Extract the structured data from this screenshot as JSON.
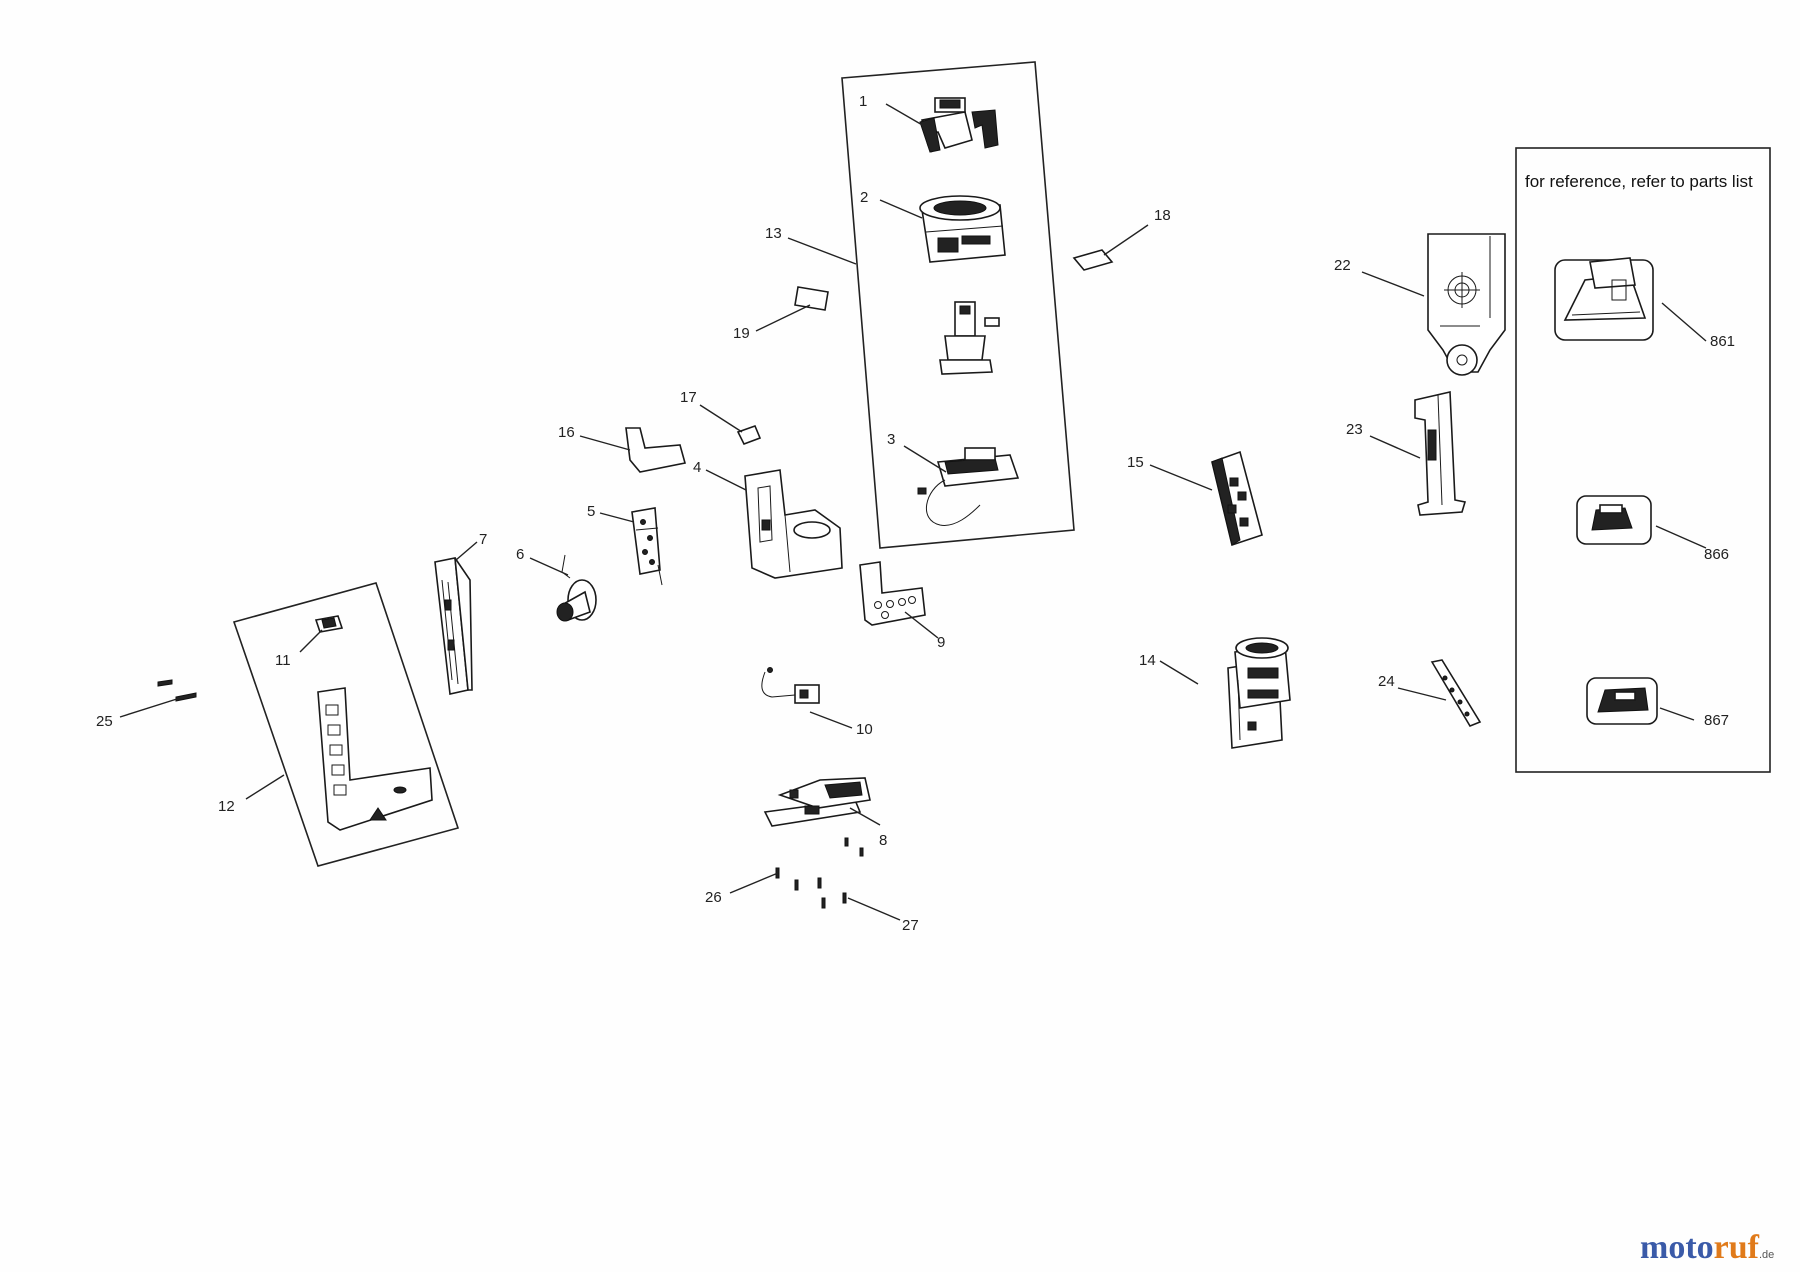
{
  "reference_note": "for reference, refer to parts list",
  "logo": {
    "part1": "moto",
    "part2": "ruf",
    "suffix": ".de",
    "color1": "#3a5aa8",
    "color2": "#e07a1a"
  },
  "labels": {
    "p1": "1",
    "p2": "2",
    "p3": "3",
    "p4": "4",
    "p5": "5",
    "p6": "6",
    "p7": "7",
    "p8": "8",
    "p9": "9",
    "p10": "10",
    "p11": "11",
    "p12": "12",
    "p13": "13",
    "p14": "14",
    "p15": "15",
    "p16": "16",
    "p17": "17",
    "p18": "18",
    "p19": "19",
    "p22": "22",
    "p23": "23",
    "p24": "24",
    "p25": "25",
    "p26": "26",
    "p27": "27",
    "p861": "861",
    "p866": "866",
    "p867": "867"
  }
}
